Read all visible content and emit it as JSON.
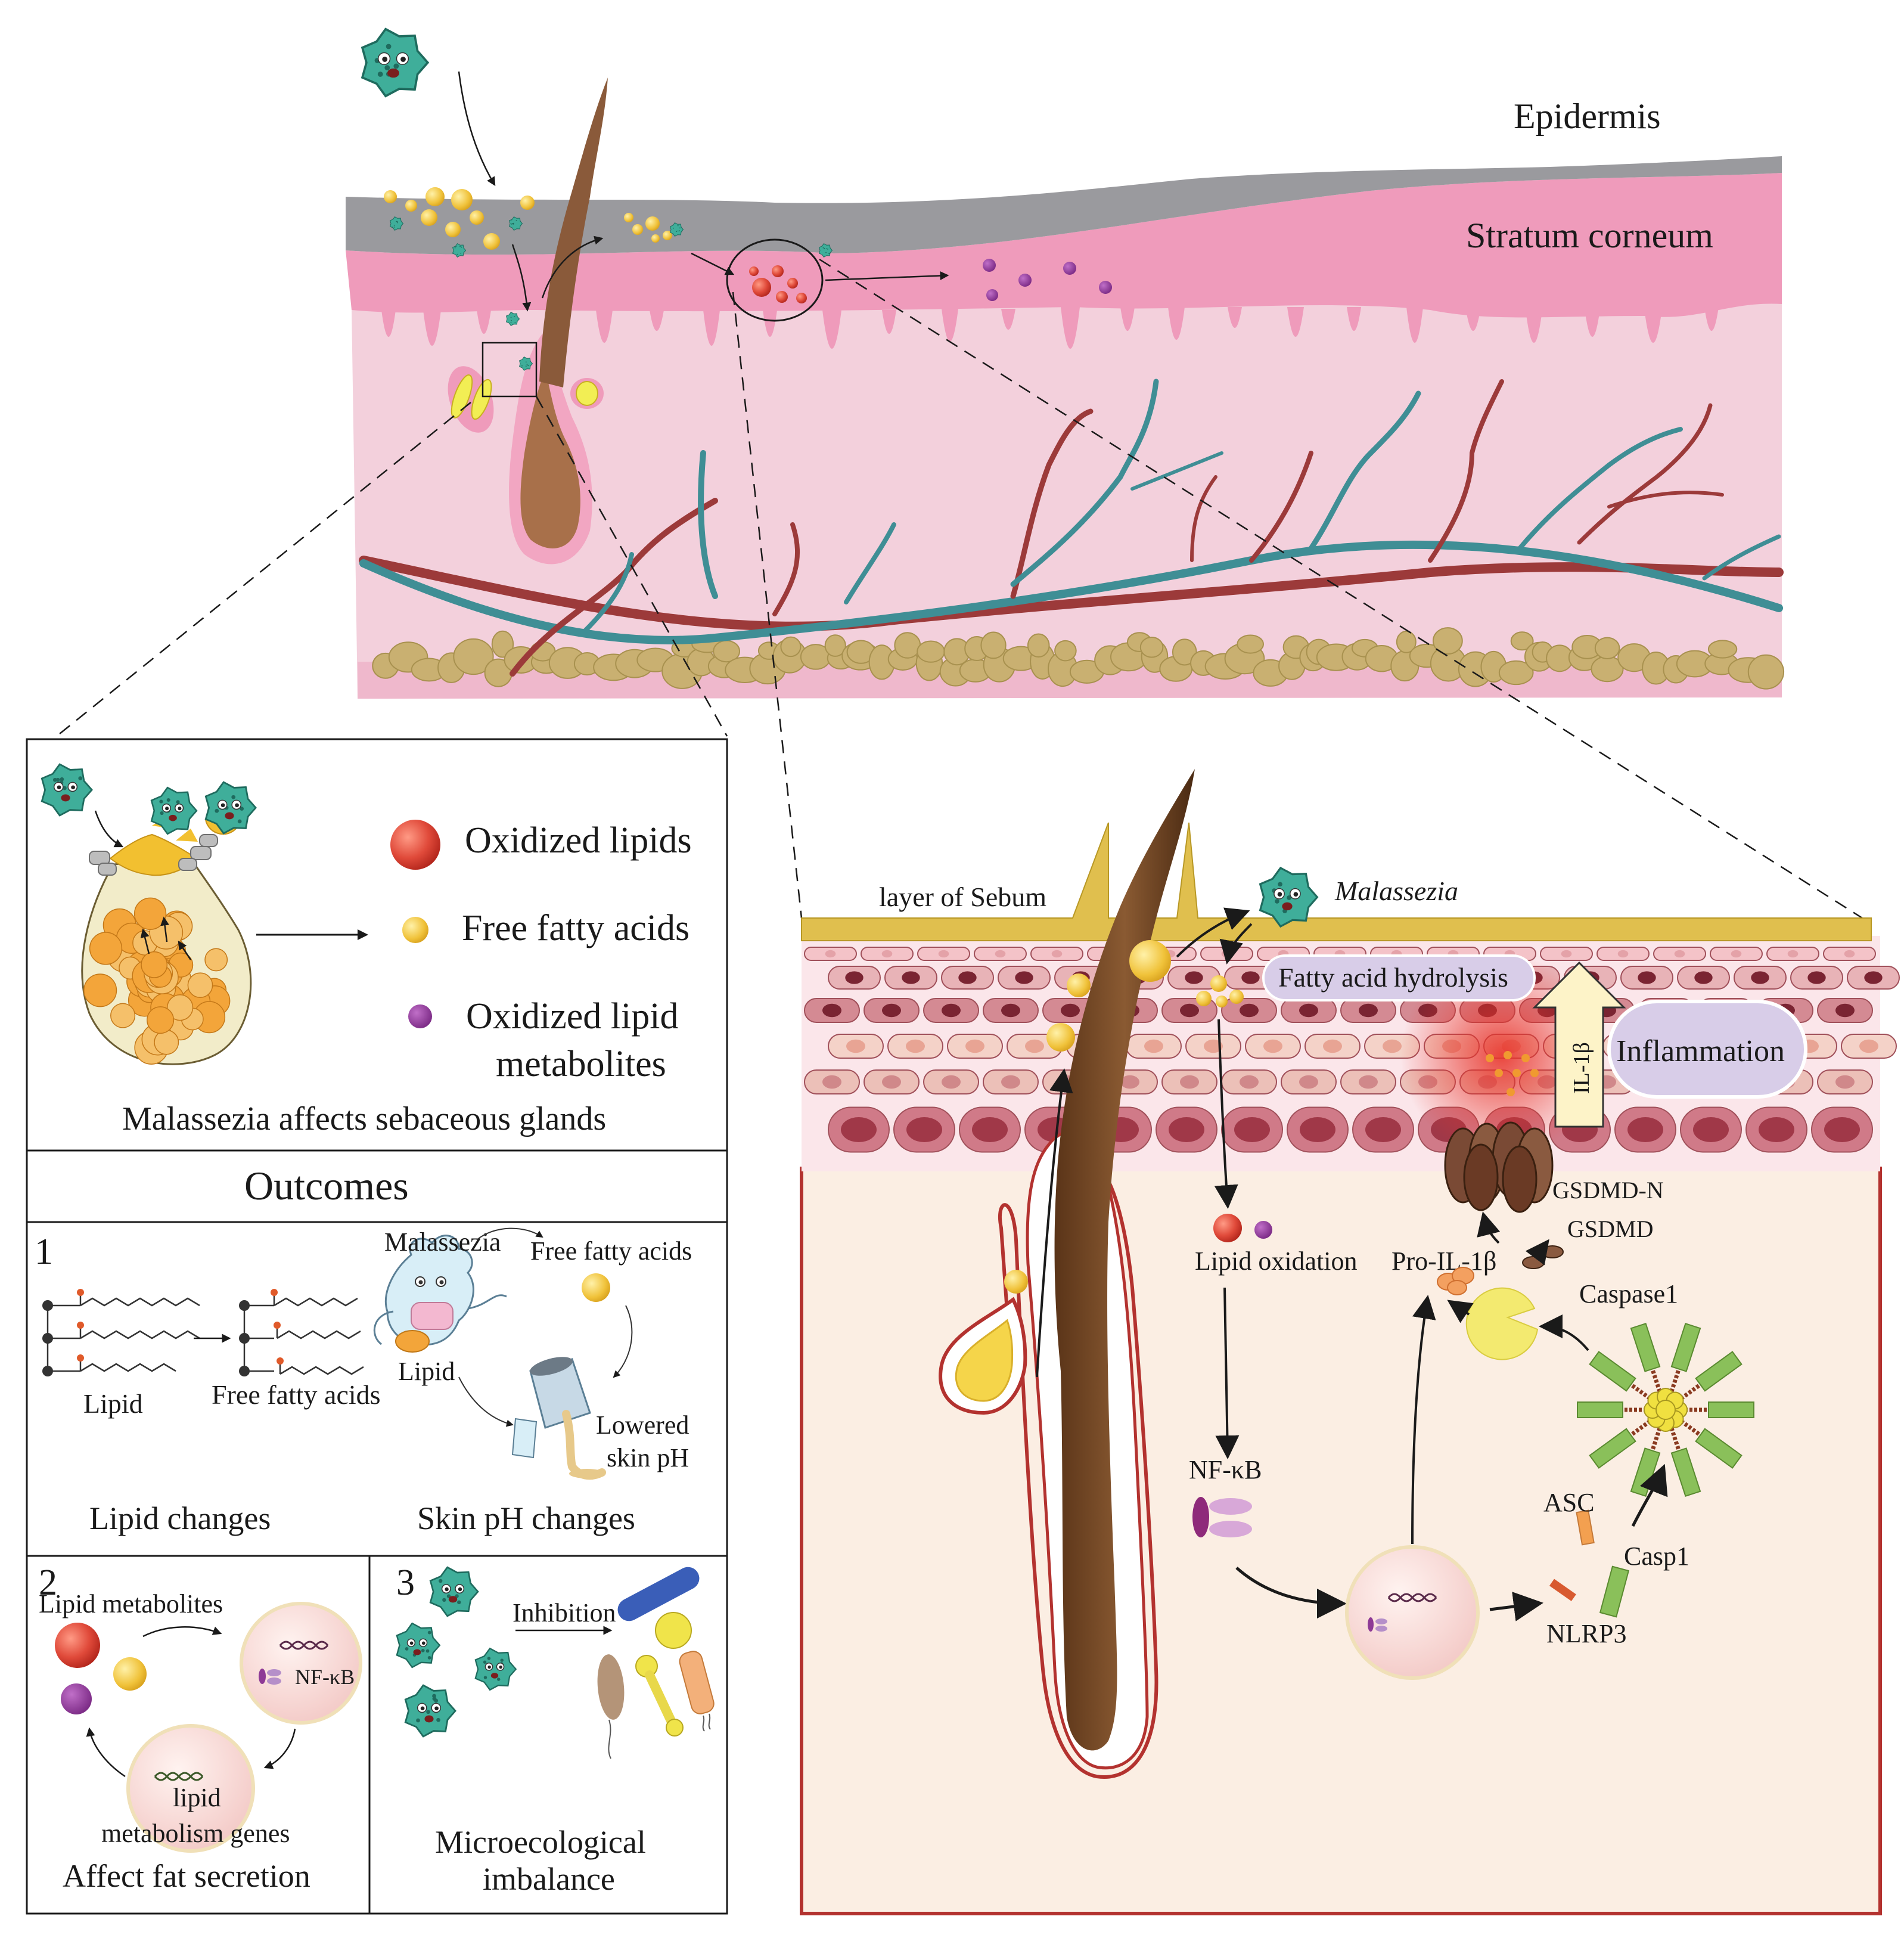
{
  "colors": {
    "epidermis": "#9a9a9e",
    "stratum": "#ef9bbb",
    "dermis": "#f3d0dc",
    "hair": "#8a5a3a",
    "vessel_red": "#9c3a3a",
    "vessel_teal": "#3f8e95",
    "fat": "#c9b071",
    "sebum": "#e0bf4e",
    "tissue": "#fbeee3",
    "border_red": "#b3322f",
    "oxidized_lipid": "#e04a3a",
    "free_fatty_acid": "#f0c23a",
    "oxidized_metabolite": "#8e3a96",
    "malassezia": "#3fae9a",
    "cell_nucleus_pill": "#d8cde8"
  },
  "icons": [
    "malassezia-icon",
    "hair-follicle-icon",
    "sebaceous-gland-icon",
    "blood-vessel-icon",
    "dna-icon",
    "inflammasome-icon",
    "gsdmd-pore-icon",
    "pouring-cup-icon",
    "bacteria-icon"
  ],
  "top_panel": {
    "epidermis_label": "Epidermis",
    "stratum_label": "Stratum corneum"
  },
  "legend_panel": {
    "items": [
      {
        "label": "Oxidized lipids",
        "icon": "oxidized-lipid-dot"
      },
      {
        "label": "Free fatty acids",
        "icon": "free-fatty-acid-dot"
      },
      {
        "label": "Oxidized lipid",
        "icon": "oxidized-metabolite-dot"
      },
      {
        "label": "metabolites",
        "icon": ""
      }
    ],
    "caption": "Malassezia affects sebaceous glands"
  },
  "outcomes": {
    "title": "Outcomes",
    "box1": {
      "number": "1",
      "lipid_label": "Lipid",
      "ffa_label": "Free fatty acids",
      "malassezia_label": "Malassezia",
      "ffa_label_2": "Free fatty acids",
      "lipid_label_2": "Lipid",
      "ph_label_1": "Lowered",
      "ph_label_2": "skin pH",
      "caption_left": "Lipid changes",
      "caption_right": "Skin pH changes"
    },
    "box2": {
      "number": "2",
      "metabolites_label": "Lipid metabolites",
      "nfkb_label": "NF-κB",
      "genes_label_1": "lipid",
      "genes_label_2": "metabolism genes",
      "caption": "Affect fat secretion"
    },
    "box3": {
      "number": "3",
      "inhibition_label": "Inhibition",
      "caption_1": "Microecological",
      "caption_2": "imbalance"
    }
  },
  "mechanism_panel": {
    "sebum_label": "layer of Sebum",
    "malassezia_label": "Malassezia",
    "hydrolysis_label": "Fatty acid hydrolysis",
    "il1b_label": "IL-1β",
    "inflammation_label": "Inflammation",
    "gsdmd_n_label": "GSDMD-N",
    "gsdmd_label": "GSDMD",
    "lipid_oxidation_label": "Lipid oxidation",
    "pro_il1b_label": "Pro-IL-1β",
    "caspase1_label": "Caspase1",
    "nfkb_label": "NF-κB",
    "asc_label": "ASC",
    "casp1_label": "Casp1",
    "nlrp3_label": "NLRP3"
  }
}
